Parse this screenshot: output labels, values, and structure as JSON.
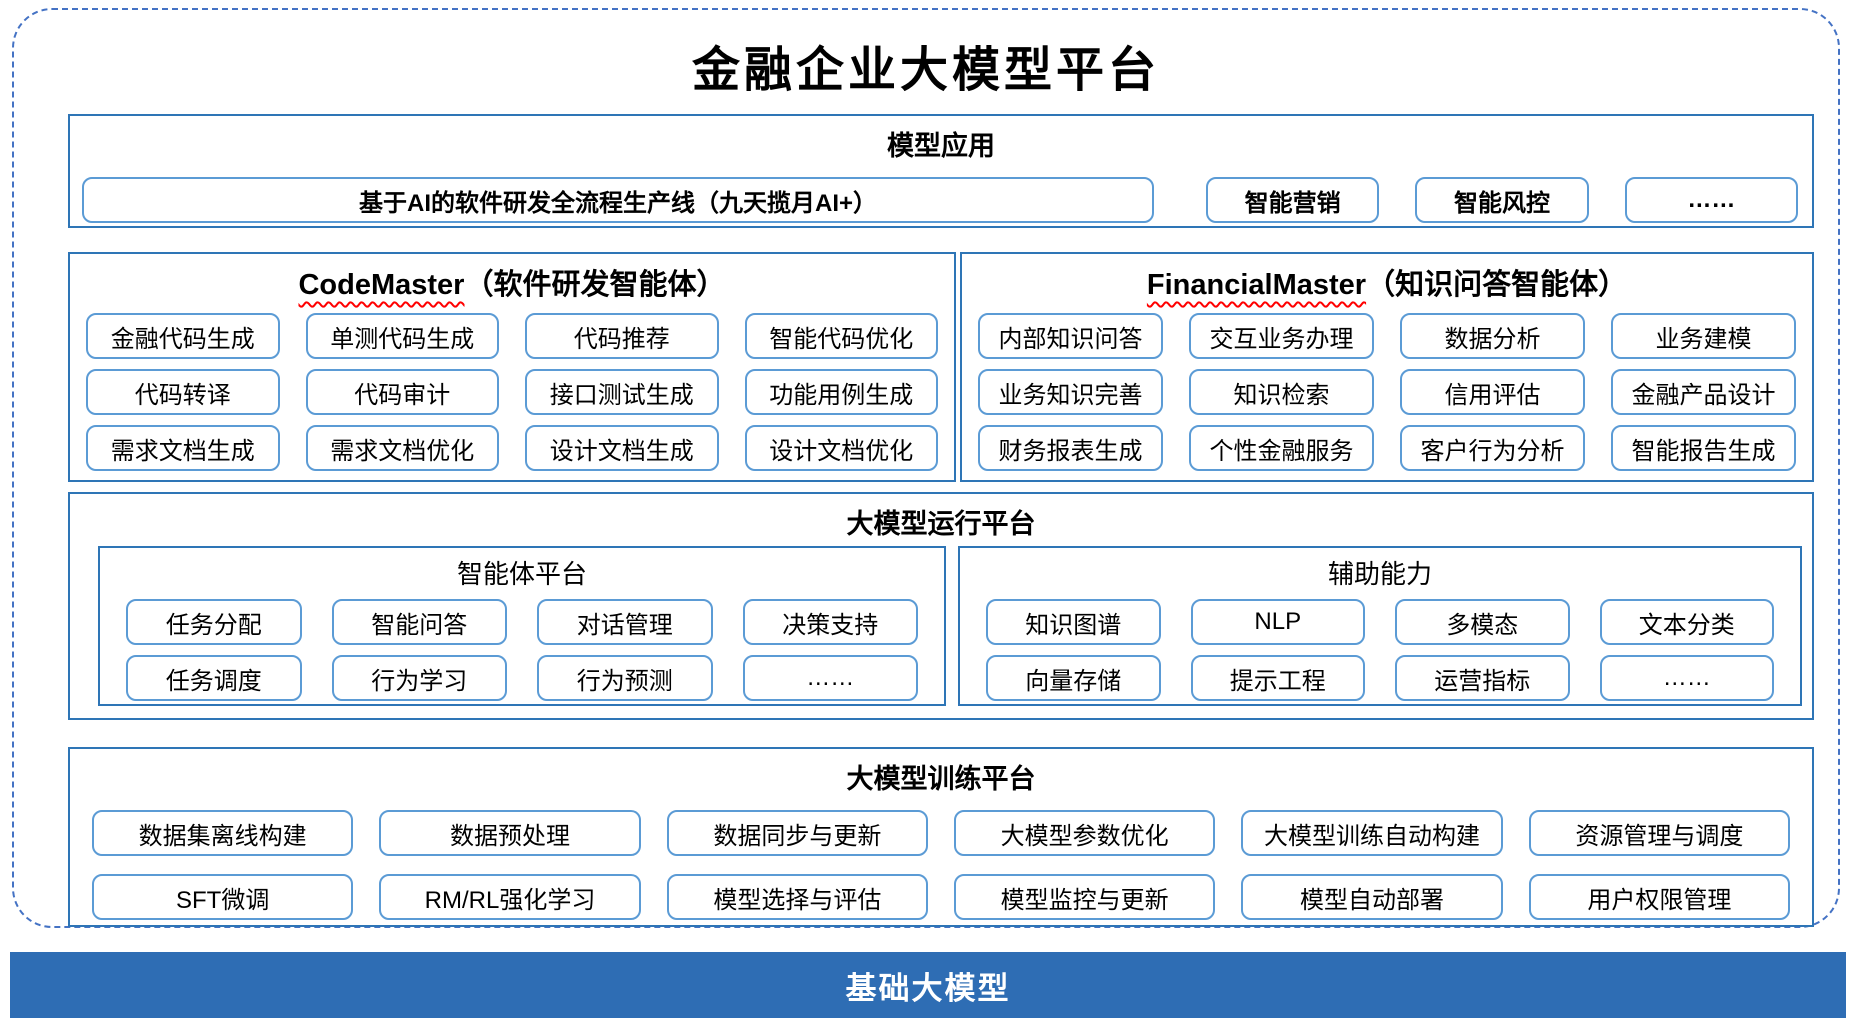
{
  "title": "金融企业大模型平台",
  "colors": {
    "outer_dashed_border": "#4472c4",
    "section_border": "#2e75b6",
    "item_border": "#5b9bd5",
    "base_bar_background": "#2e6db4",
    "base_bar_text": "#ffffff",
    "spellcheck_squiggle": "#ff0000"
  },
  "model_app": {
    "header": "模型应用",
    "big_item": "基于AI的软件研发全流程生产线（九天揽月AI+）",
    "items": [
      "智能营销",
      "智能风控",
      "……"
    ]
  },
  "codemaster": {
    "header_en": "CodeMaster",
    "header_zh": "（软件研发智能体）",
    "items": [
      "金融代码生成",
      "单测代码生成",
      "代码推荐",
      "智能代码优化",
      "代码转译",
      "代码审计",
      "接口测试生成",
      "功能用例生成",
      "需求文档生成",
      "需求文档优化",
      "设计文档生成",
      "设计文档优化"
    ]
  },
  "financialmaster": {
    "header_en": "FinancialMaster",
    "header_zh": "（知识问答智能体）",
    "items": [
      "内部知识问答",
      "交互业务办理",
      "数据分析",
      "业务建模",
      "业务知识完善",
      "知识检索",
      "信用评估",
      "金融产品设计",
      "财务报表生成",
      "个性金融服务",
      "客户行为分析",
      "智能报告生成"
    ]
  },
  "runtime": {
    "header": "大模型运行平台",
    "agent_platform": {
      "header": "智能体平台",
      "items": [
        "任务分配",
        "智能问答",
        "对话管理",
        "决策支持",
        "任务调度",
        "行为学习",
        "行为预测",
        "……"
      ]
    },
    "aux_capabilities": {
      "header": "辅助能力",
      "items": [
        "知识图谱",
        "NLP",
        "多模态",
        "文本分类",
        "向量存储",
        "提示工程",
        "运营指标",
        "……"
      ]
    }
  },
  "training": {
    "header": "大模型训练平台",
    "items": [
      "数据集离线构建",
      "数据预处理",
      "数据同步与更新",
      "大模型参数优化",
      "大模型训练自动构建",
      "资源管理与调度",
      "SFT微调",
      "RM/RL强化学习",
      "模型选择与评估",
      "模型监控与更新",
      "模型自动部署",
      "用户权限管理"
    ]
  },
  "base_model": {
    "label": "基础大模型"
  }
}
